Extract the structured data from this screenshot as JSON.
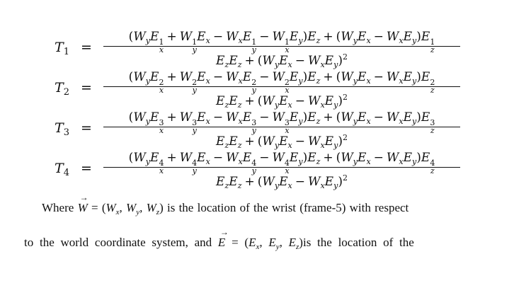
{
  "equations": [
    {
      "lhs": "T",
      "index": "1",
      "sup": "1"
    },
    {
      "lhs": "T",
      "index": "2",
      "sup": "2"
    },
    {
      "lhs": "T",
      "index": "3",
      "sup": "3"
    },
    {
      "lhs": "T",
      "index": "4",
      "sup": "4"
    }
  ],
  "equals": "=",
  "paragraph": {
    "line1": {
      "where": "Where",
      "vec": "W",
      "tuple": [
        "W",
        "x",
        "W",
        "y",
        "W",
        "z"
      ],
      "rest": "is the location of the wrist (frame-5) with respect"
    },
    "line2": {
      "lead": "to the world coordinate system, and",
      "vec": "E",
      "tuple": [
        "E",
        "x",
        "E",
        "y",
        "E",
        "z"
      ],
      "rest": "is the location of the"
    }
  }
}
